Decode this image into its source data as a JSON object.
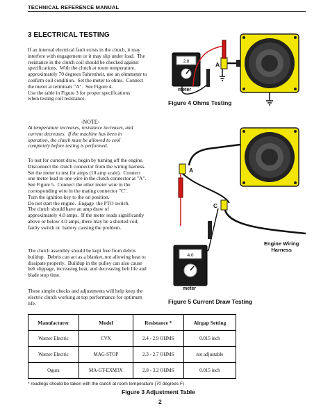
{
  "header": {
    "title": "TECHNICAL REFERENCE MANUAL"
  },
  "section": {
    "title": "3    ELECTRICAL TESTING"
  },
  "paragraphs": {
    "p1": "If an internal electrical fault exists in the clutch, it may\ninterfere with engagement or it may slip under load.  The\nresistance in the clutch coil should be checked against\nspecifications.  With the clutch at room temperature,\napproximately 70 degrees Fahrenheit, use an ohmmeter to\nconfirm coil condition.  Set the meter to ohms.  Connect\nthe meter at terminals \"A\".  See Figure 4.\nUse the table in Figure 3 for proper specifications\nwhen testing coil resistance.",
    "note_head": "-NOTE-",
    "note_body": "At temperature increases, resistance increases, and\ncurrent decreases.  If the machine has been in\noperation, the clutch must be allowed to cool\ncompletely before testing is performed.",
    "p2": "To test for current draw, begin by turning off the engine.\nDisconnect the clutch connector from the wiring harness.\nSet the meter to test for amps (10 amp scale).  Connect\none meter lead to one wire in the clutch connector at \"A\".\nSee Figure 5.  Connect the other meter wire in the\ncorresponding wire in the mating connector \"C\".\nTurn the ignition key to the on position.\nDo not start the engine.  Engage  the PTO switch.\nThe clutch should have an amp draw of\napproximately 4.0 amps.  If the meter reads significantly\nabove or below 4.0 amps, there may be a shorted coil,\nfaulty switch or  battery causing the problem.",
    "p3": "The clutch assembly should be kept free from debris\nbuildup.  Debris can act as a blanket, not allowing heat to\ndissipate properly.  Buildup in the pulley can also cause\nbelt slippage, increasing heat, and decreasing belt life and\nblade stop time.",
    "p4": "These simple checks and adjustments will help keep the\nelectric clutch working at top performance for optimum\nlife."
  },
  "figures": {
    "fig4_caption": "Figure  4  Ohms Testing",
    "fig5_caption": "Figure  5  Current Draw Testing",
    "label_a1": "A",
    "label_a2": "A",
    "label_c": "C",
    "meter1_display": "2.8",
    "meter2_display": "4.0",
    "meter1_label": "meter",
    "meter2_label": "meter",
    "harness_label_1": "Engine Wiring",
    "harness_label_2": "Harness"
  },
  "table": {
    "headers": [
      "Manufacturer",
      "Model",
      "Resistance *",
      "Airgap Setting"
    ],
    "rows": [
      [
        "Warner Electric",
        "CVX",
        "2.4 - 2.9 OHMS",
        "0.015 inch"
      ],
      [
        "Warner Electric",
        "MAG-STOP",
        "2.3 - 2.7 OHMS",
        "not adjustable"
      ],
      [
        "Ogura",
        "MA-GT-EXM3X",
        "2.8 - 3.2 OHMS",
        "0.015 inch"
      ]
    ],
    "note": "* readings should be taken with the clutch at room temperature (70 degrees F)",
    "caption": "Figure 3  Adjustment Table"
  },
  "page": {
    "number": "2"
  },
  "colors": {
    "clutch_yellow": "#f2e600",
    "probe_red": "#d01818",
    "connector_yellow": "#f2e600"
  }
}
